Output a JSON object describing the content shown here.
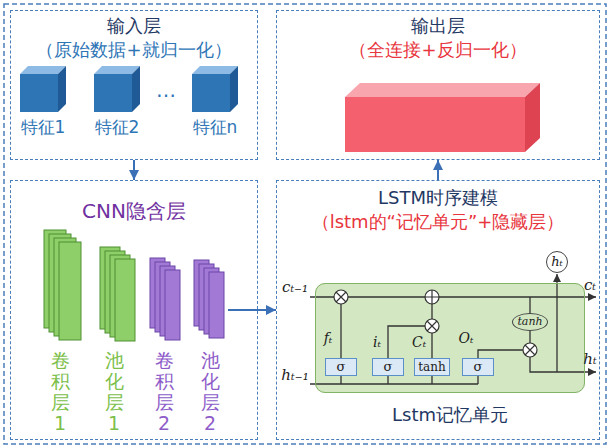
{
  "diagram": {
    "nodes": [
      {
        "text": [
          "输入层",
          "（原始数据+就归一化）"
        ]
      },
      {
        "text": [
          "输出层",
          "（全连接+反归一化）"
        ]
      },
      {
        "text": [
          "CNN隐含层"
        ]
      },
      {
        "text": [
          "LSTM时序建模",
          "（lstm的“记忆单元”+隐藏层）"
        ]
      },
      {
        "text": [
          "Lstm记忆单元"
        ],
        "in": 3
      },
      {
        "text": [
          "hₜ"
        ],
        "in": 3
      },
      {
        "text": [
          "tanh"
        ],
        "in": 4
      },
      {
        "text": [
          "σ"
        ],
        "in": 4
      },
      {
        "text": [
          "σ"
        ],
        "in": 4
      },
      {
        "text": [
          "tanh"
        ],
        "in": 4
      },
      {
        "text": [
          "σ"
        ],
        "in": 4
      }
    ],
    "edges": [
      {
        "from": 0,
        "to": 2,
        "arrow": "to"
      },
      {
        "from": 2,
        "to": 3,
        "arrow": "to"
      },
      {
        "from": 3,
        "to": 1,
        "arrow": "to"
      }
    ],
    "labels": [
      "特征1",
      "特征2",
      "…",
      "特征n",
      "卷积层1",
      "池化层1",
      "卷积层2",
      "池化层2",
      "cₜ₋₁",
      "hₜ₋₁",
      "cₜ",
      "hₜ",
      "fₜ",
      "iₜ",
      "Cₜ",
      "Oₜ"
    ]
  }
}
